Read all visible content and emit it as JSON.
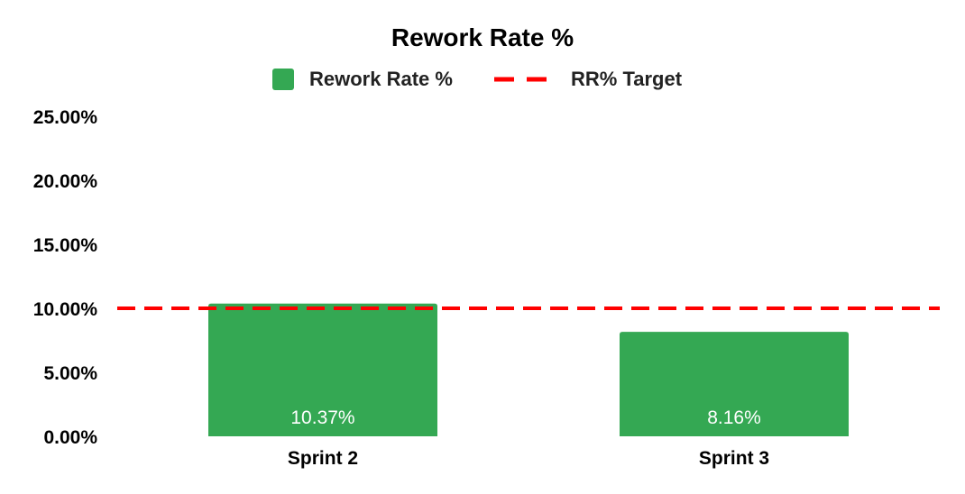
{
  "chart_data": {
    "type": "bar",
    "title": "Rework Rate %",
    "categories": [
      "Sprint 2",
      "Sprint 3"
    ],
    "series": [
      {
        "name": "Rework Rate %",
        "values": [
          10.37,
          8.16
        ],
        "color": "#34a853",
        "data_labels": [
          "10.37%",
          "8.16%"
        ]
      }
    ],
    "reference_line": {
      "name": "RR% Target",
      "value": 10,
      "color": "#ff0000",
      "style": "dashed"
    },
    "xlabel": "",
    "ylabel": "",
    "ylim": [
      0,
      25
    ],
    "yticks": [
      {
        "value": 0,
        "label": "0.00%"
      },
      {
        "value": 5,
        "label": "5.00%"
      },
      {
        "value": 10,
        "label": "10.00%"
      },
      {
        "value": 15,
        "label": "15.00%"
      },
      {
        "value": 20,
        "label": "20.00%"
      },
      {
        "value": 25,
        "label": "25.00%"
      }
    ],
    "grid": false,
    "legend_position": "top-center"
  }
}
